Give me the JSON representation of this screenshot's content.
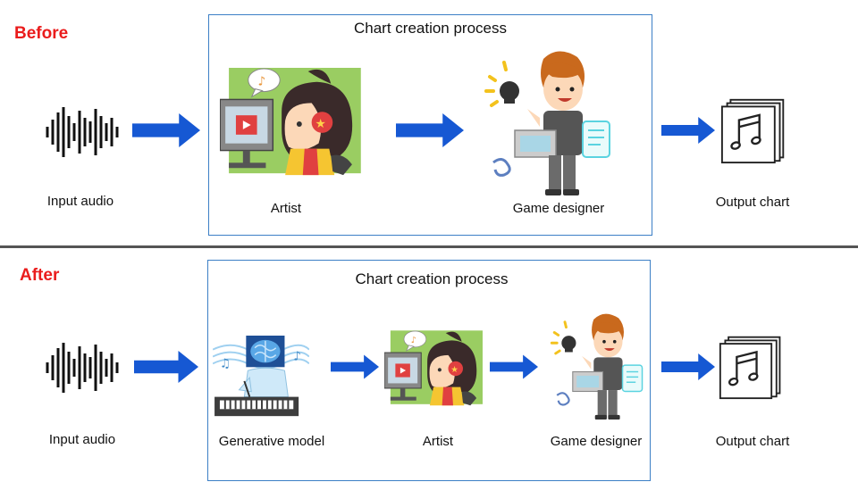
{
  "before": {
    "heading": "Before",
    "process_title": "Chart creation process",
    "input_label": "Input audio",
    "artist_label": "Artist",
    "designer_label": "Game designer",
    "output_label": "Output chart"
  },
  "after": {
    "heading": "After",
    "process_title": "Chart creation process",
    "input_label": "Input audio",
    "model_label": "Generative model",
    "artist_label": "Artist",
    "designer_label": "Game designer",
    "output_label": "Output chart"
  },
  "colors": {
    "heading": "#ea1c1c",
    "arrow": "#1658d3",
    "box_border": "#3c7fc6",
    "divider": "#555555"
  }
}
